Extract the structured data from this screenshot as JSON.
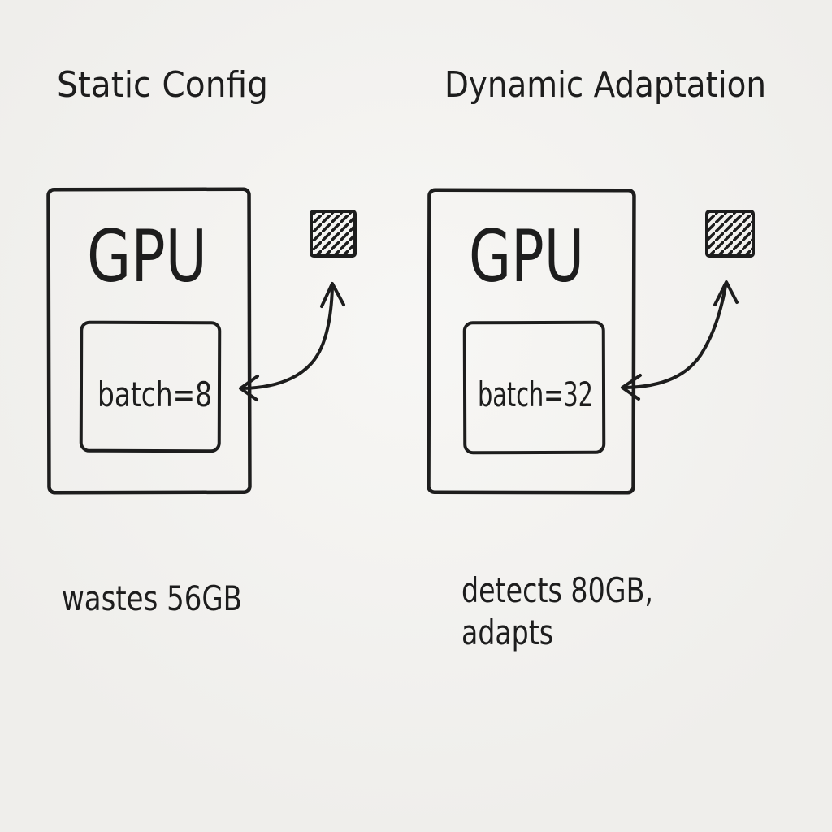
{
  "diagram": {
    "colors": {
      "ink": "#1d1d1d",
      "background": "#f3f2ef"
    },
    "left_panel": {
      "title": "Static Config",
      "gpu_label": "GPU",
      "batch_label": "batch=8",
      "caption": "wastes 56GB"
    },
    "right_panel": {
      "title": "Dynamic Adaptation",
      "gpu_label": "GPU",
      "batch_label": "batch=32",
      "caption_line1": "detects 80GB,",
      "caption_line2": "adapts"
    }
  }
}
